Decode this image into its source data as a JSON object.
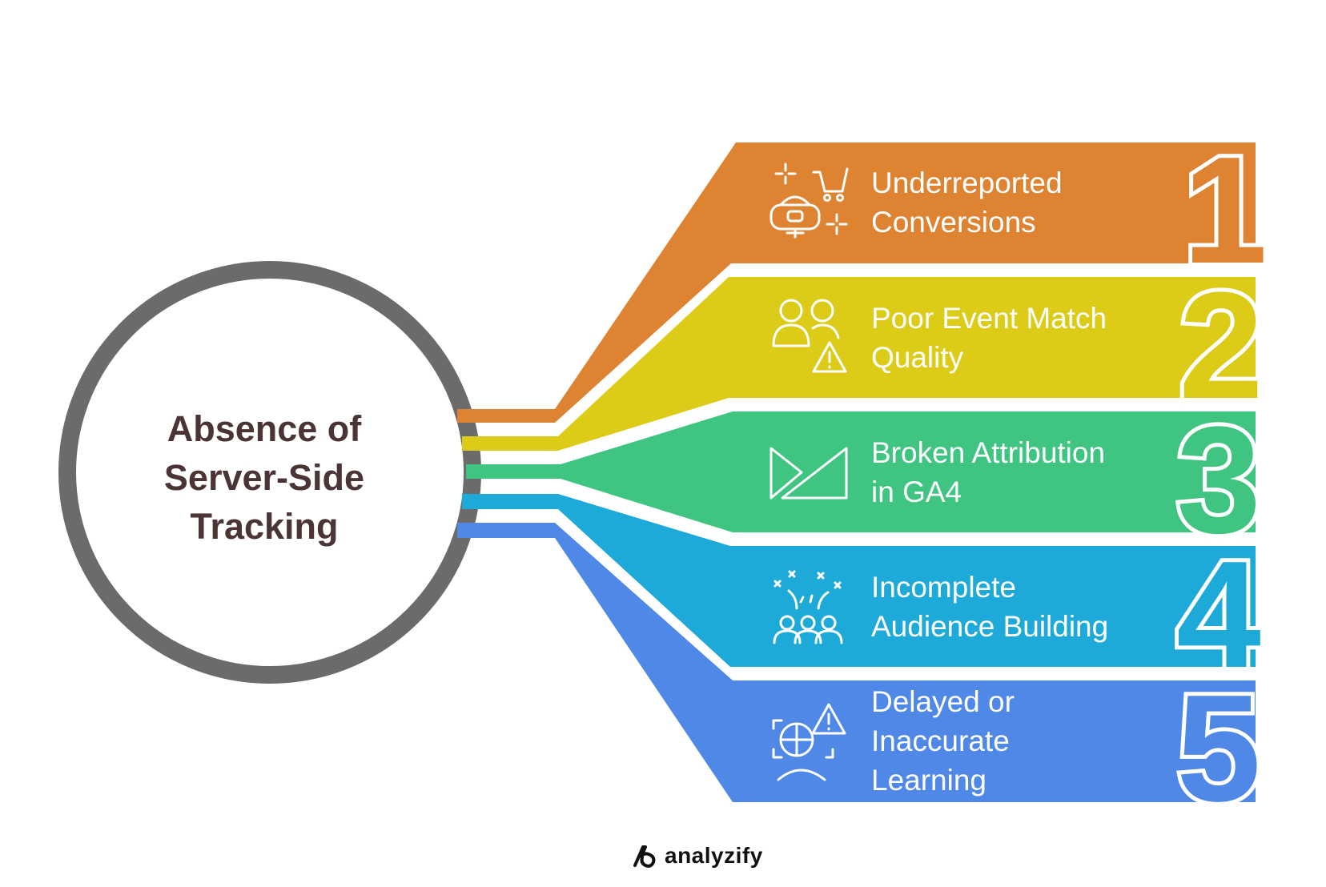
{
  "center": {
    "lines": [
      "Absence of",
      "Server-Side",
      "Tracking"
    ]
  },
  "items": [
    {
      "number": "1",
      "lines": [
        "Underreported",
        "Conversions"
      ],
      "color": "#de8331",
      "icon": "vr-shopping-cart-icon"
    },
    {
      "number": "2",
      "lines": [
        "Poor Event Match",
        "Quality"
      ],
      "color": "#dccb17",
      "icon": "users-warning-icon"
    },
    {
      "number": "3",
      "lines": [
        "Broken Attribution",
        "in GA4"
      ],
      "color": "#3fc482",
      "icon": "broken-chart-icon"
    },
    {
      "number": "4",
      "lines": [
        "Incomplete",
        "Audience Building"
      ],
      "color": "#1eaad8",
      "icon": "audience-sparkle-icon"
    },
    {
      "number": "5",
      "lines": [
        "Delayed or",
        "Inaccurate",
        "Learning"
      ],
      "color": "#4f88e6",
      "icon": "learning-warning-icon"
    }
  ],
  "colors": {
    "circle": "#6b6b6b",
    "title": "#4a3436"
  },
  "brand": {
    "name": "analyzify"
  }
}
